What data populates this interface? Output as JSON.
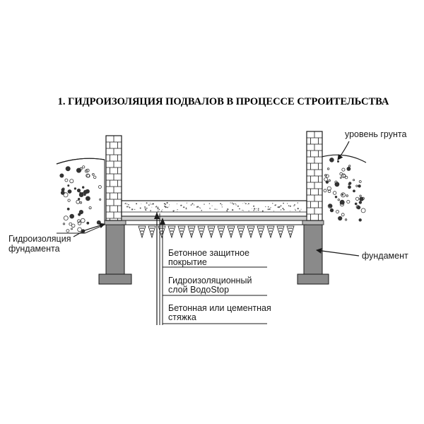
{
  "title": "1. ГИДРОИЗОЛЯЦИЯ ПОДВАЛОВ В ПРОЦЕССЕ СТРОИТЕЛЬСТВА",
  "labels": {
    "ground_level": "уровень грунта",
    "foundation_waterproofing_line1": "Гидроизоляция",
    "foundation_waterproofing_line2": "фундамента",
    "foundation": "фундамент"
  },
  "layers": [
    {
      "line1": "Бетонное защитное",
      "line2": "покрытие"
    },
    {
      "line1": "Гидроизоляционный",
      "line2": "слой ВодоStop"
    },
    {
      "line1": "Бетонная или цементная",
      "line2": "стяжка"
    }
  ],
  "colors": {
    "line": "#1a1a1a",
    "foundation_fill": "#8a8a8a",
    "waterproofing_fill": "#b5b5b5",
    "soil_dot": "#333333"
  }
}
